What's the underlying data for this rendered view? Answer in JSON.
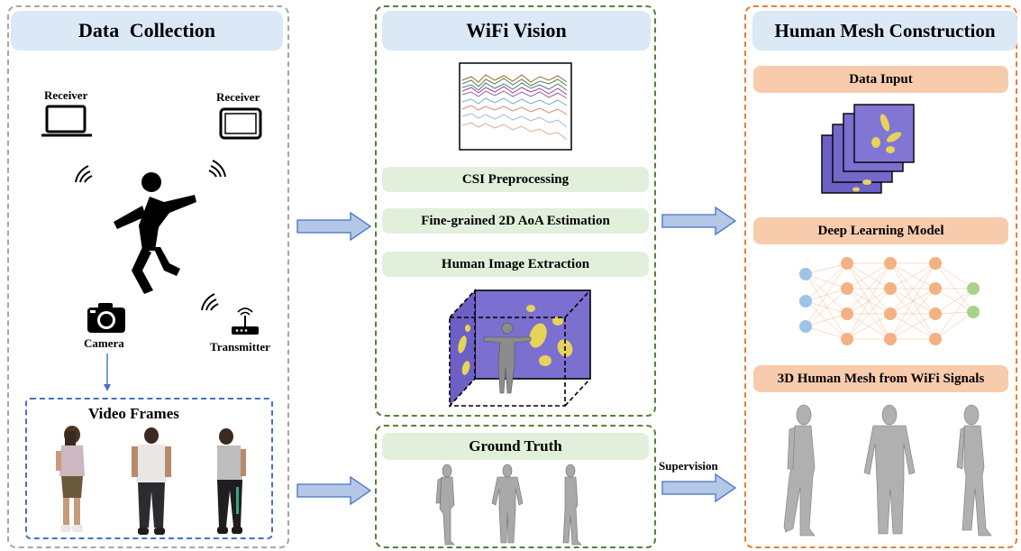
{
  "data_collection": {
    "title": "Data Collection",
    "receiver_left_label": "Receiver",
    "receiver_right_label": "Receiver",
    "camera_label": "Camera",
    "transmitter_label": "Transmitter",
    "video_frames_title": "Video Frames"
  },
  "wifi_vision": {
    "title": "WiFi Vision",
    "steps": [
      "CSI Preprocessing",
      "Fine-grained 2D AoA Estimation",
      "Human Image Extraction"
    ],
    "ground_truth_title": "Ground Truth"
  },
  "human_mesh": {
    "title": "Human Mesh Construction",
    "data_input": "Data Input",
    "deep_learning_model": "Deep Learning Model",
    "mesh_output": "3D Human Mesh from WiFi Signals"
  },
  "supervision_label": "Supervision",
  "colors": {
    "gray_border": "#a6a6a6",
    "green_border": "#548235",
    "orange_border": "#ed7d31",
    "blue_border": "#4472c4",
    "arrow_fill": "#b4c7e7",
    "arrow_stroke": "#4472c4",
    "heatmap_purple": "#7b6fcf",
    "heatmap_yellow": "#e6d35a"
  }
}
